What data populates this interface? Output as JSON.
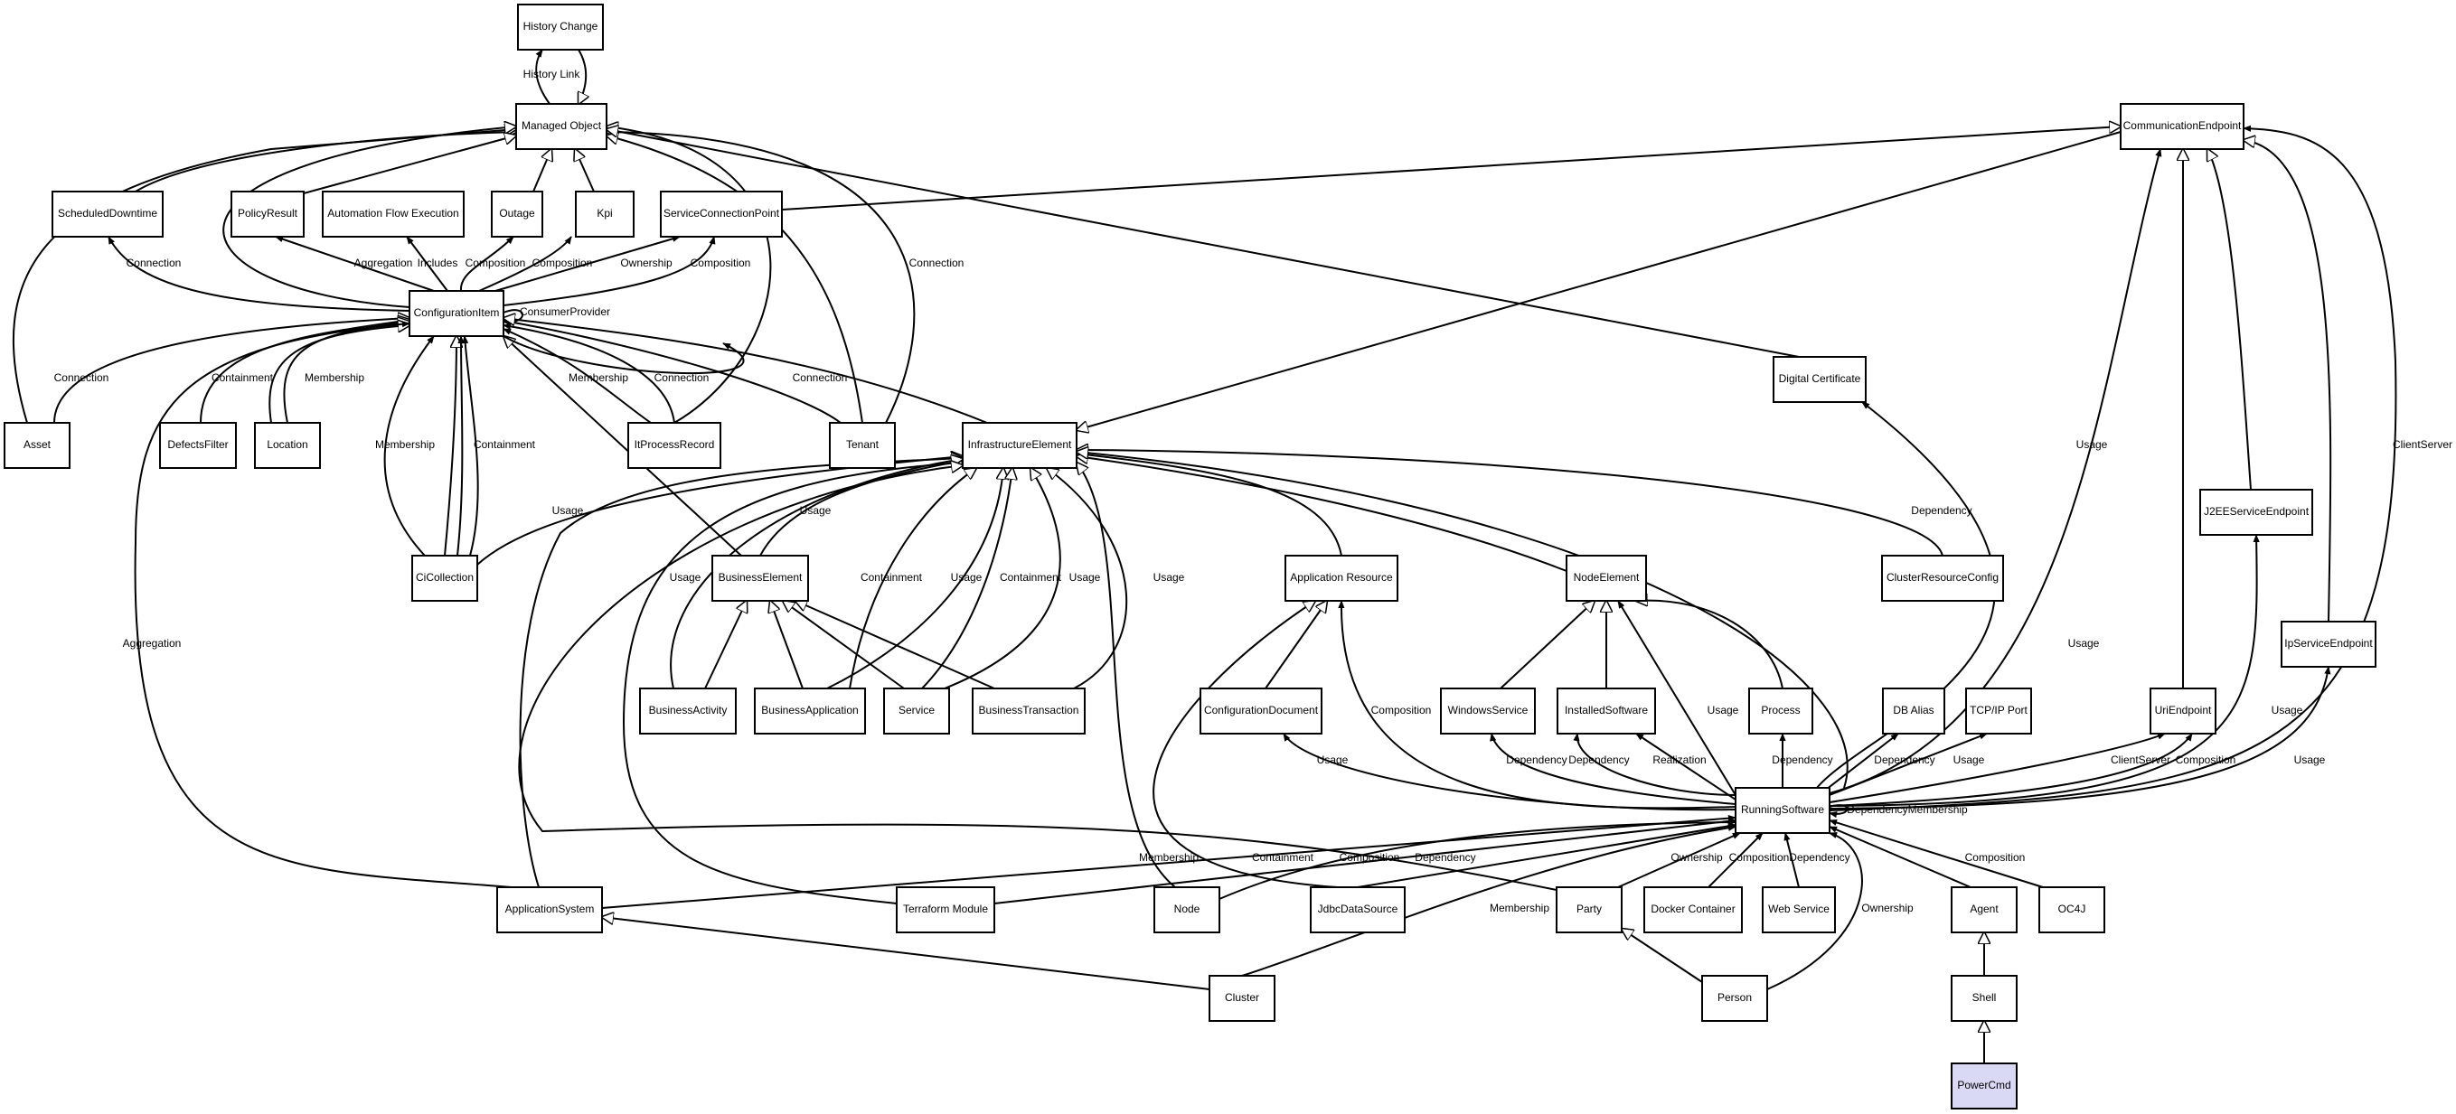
{
  "colors": {
    "node_fill": "#ffffff",
    "highlight_fill": "#d9d9f5",
    "stroke": "#000000"
  },
  "nodes": {
    "history_change": "History Change",
    "managed_object": "Managed Object",
    "scheduled_downtime": "ScheduledDowntime",
    "policy_result": "PolicyResult",
    "automation_flow_execution": "Automation Flow Execution",
    "outage": "Outage",
    "kpi": "Kpi",
    "service_connection_point": "ServiceConnectionPoint",
    "configuration_item": "ConfigurationItem",
    "asset": "Asset",
    "defects_filter": "DefectsFilter",
    "location": "Location",
    "it_process_record": "ItProcessRecord",
    "tenant": "Tenant",
    "infrastructure_element": "InfrastructureElement",
    "digital_certificate": "Digital Certificate",
    "communication_endpoint": "CommunicationEndpoint",
    "ci_collection": "CiCollection",
    "business_element": "BusinessElement",
    "application_resource": "Application Resource",
    "node_element": "NodeElement",
    "cluster_resource_config": "ClusterResourceConfig",
    "j2ee_service_endpoint": "J2EEServiceEndpoint",
    "ip_service_endpoint": "IpServiceEndpoint",
    "business_activity": "BusinessActivity",
    "business_application": "BusinessApplication",
    "service": "Service",
    "business_transaction": "BusinessTransaction",
    "configuration_document": "ConfigurationDocument",
    "windows_service": "WindowsService",
    "installed_software": "InstalledSoftware",
    "process": "Process",
    "db_alias": "DB Alias",
    "tcp_ip_port": "TCP/IP Port",
    "uri_endpoint": "UriEndpoint",
    "running_software": "RunningSoftware",
    "application_system": "ApplicationSystem",
    "terraform_module": "Terraform Module",
    "node": "Node",
    "jdbc_data_source": "JdbcDataSource",
    "party": "Party",
    "docker_container": "Docker Container",
    "web_service": "Web Service",
    "agent": "Agent",
    "oc4j": "OC4J",
    "cluster": "Cluster",
    "person": "Person",
    "shell": "Shell",
    "power_cmd": "PowerCmd"
  },
  "edge_labels": {
    "history_link": "History Link",
    "ci_scheduled_downtime": "Connection",
    "ci_policy_result": "Aggregation",
    "ci_automation_flow": "Includes",
    "ci_outage": "Composition",
    "ci_kpi": "Composition",
    "ci_scp_ownership": "Ownership",
    "ci_scp_composition": "Composition",
    "ci_self": "ConsumerProvider",
    "asset_ci": "Connection",
    "defects_filter_ci": "Containment",
    "location_ci": "Membership",
    "it_process_membership": "Membership",
    "it_process_connection": "Connection",
    "tenant_ci": "Connection",
    "tenant_managed_object": "Connection",
    "ci_collection_membership": "Membership",
    "ci_collection_containment": "Containment",
    "ci_collection_usage": "Usage",
    "application_system_aggregation": "Aggregation",
    "business_element_usage": "Usage",
    "business_activity_usage": "Usage",
    "business_application_containment": "Containment",
    "service_usage": "Usage",
    "service_containment": "Containment",
    "business_transaction_usage_a": "Usage",
    "business_transaction_usage_b": "Usage",
    "cluster_resource_config_dependency": "Dependency",
    "running_software_comm_usage": "Usage",
    "running_software_client_server": "ClientServer",
    "running_software_digital_cert_usage": "Usage",
    "running_software_j2ee_usage": "Usage",
    "running_software_ip_usage": "Usage",
    "running_software_uri_client_server": "ClientServer",
    "running_software_uri_composition": "Composition",
    "running_software_tcp_usage": "Usage",
    "running_software_db_alias_dependency": "Dependency",
    "running_software_process_dependency": "Dependency",
    "running_software_installed_dependency": "Dependency",
    "running_software_installed_realization": "Realization",
    "running_software_windows_dependency": "Dependency",
    "running_software_node_element_usage": "Usage",
    "running_software_app_resource_composition": "Composition",
    "running_software_config_doc_usage": "Usage",
    "running_software_self": "DependencyMembership",
    "application_system_membership": "Membership",
    "terraform_containment": "Containment",
    "node_composition": "Composition",
    "jdbc_dependency": "Dependency",
    "party_ownership": "Ownership",
    "docker_composition": "Composition",
    "web_service_dependency": "Dependency",
    "person_ownership": "Ownership",
    "oc4j_composition": "Composition",
    "cluster_membership": "Membership"
  }
}
